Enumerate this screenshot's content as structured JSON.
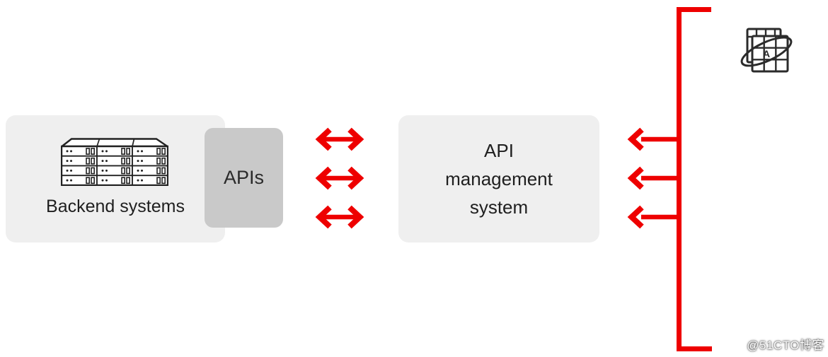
{
  "diagram": {
    "backend_box": {
      "label": "Backend systems",
      "icon": "server-rack-icon"
    },
    "apis_box": {
      "label": "APIs"
    },
    "management_box": {
      "label": "API management system",
      "lines": [
        "API",
        "management",
        "system"
      ]
    },
    "connections": {
      "apis_to_management": {
        "type": "bidirectional-arrow",
        "count": 3
      },
      "clients_to_management": {
        "type": "left-arrow",
        "count": 3
      }
    },
    "clients": {
      "icon": "applications-orbit-icon"
    },
    "watermark": "@51CTO博客",
    "colors": {
      "accent_red": "#ee0000",
      "box_light": "#efefef",
      "box_gray": "#c9c9c9",
      "ink": "#1f1f1f"
    }
  }
}
